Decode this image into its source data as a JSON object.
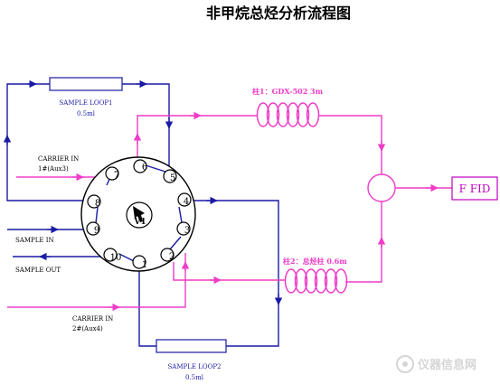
{
  "title": "非甲烷总烃分析流程图",
  "valve": {
    "label": "V1",
    "ports": [
      "1",
      "2",
      "3",
      "4",
      "5",
      "6",
      "7",
      "8",
      "9",
      "10"
    ]
  },
  "loops": {
    "loop1": {
      "name": "SAMPLE LOOP1",
      "volume": "0.5ml"
    },
    "loop2": {
      "name": "SAMPLE LOOP2",
      "volume": "0.5ml"
    }
  },
  "carriers": {
    "carrier1": {
      "label": "CARRIER IN",
      "sub": "1#(Aux3)"
    },
    "carrier2": {
      "label": "CARRIER IN",
      "sub": "2#(Aux4)"
    }
  },
  "sample": {
    "in": "SAMPLE IN",
    "out": "SAMPLE OUT"
  },
  "columns": {
    "column1": "柱1：GDX-502 3m",
    "column2": "柱2：总烃柱 0.6m"
  },
  "detector": "F FID",
  "watermark": "仪器信息网",
  "colors": {
    "blue": "#1a1aa6",
    "magenta": "#f03cc8",
    "detector_border": "#c000c0"
  }
}
